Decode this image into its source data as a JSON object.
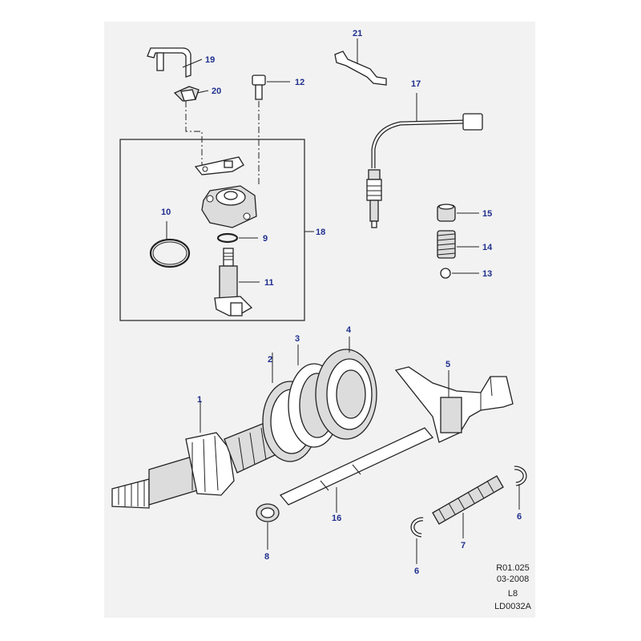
{
  "diagram": {
    "callouts": [
      "1",
      "2",
      "3",
      "4",
      "5",
      "6",
      "6",
      "7",
      "8",
      "9",
      "10",
      "11",
      "12",
      "13",
      "14",
      "15",
      "16",
      "17",
      "18",
      "19",
      "20",
      "21"
    ],
    "meta_lines": [
      "R01.025",
      "03-2008",
      "L8",
      "LD0032A"
    ],
    "colors": {
      "panel": "#f2f2f2",
      "callout_text": "#1f2f8f",
      "line": "#222222",
      "part_shade": "#dcdcdc"
    }
  }
}
